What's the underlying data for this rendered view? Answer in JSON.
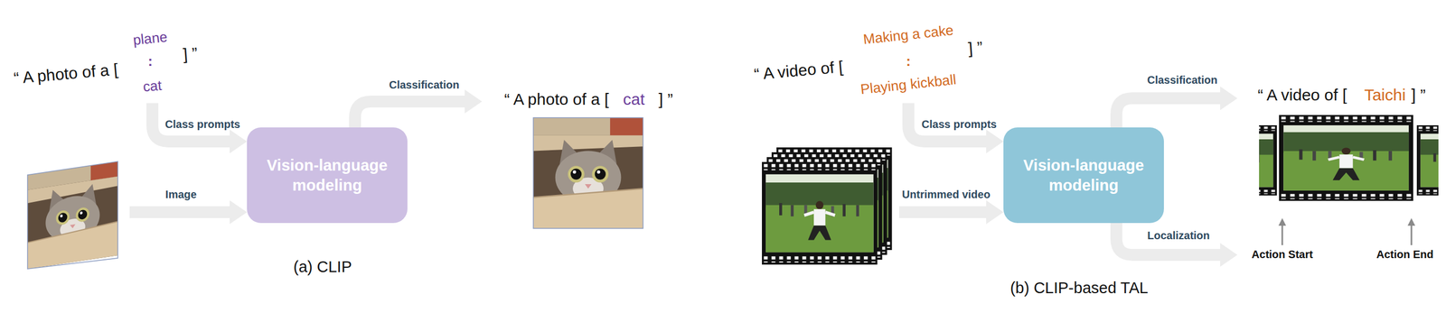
{
  "diagram": {
    "nodes": [
      {
        "text": [
          "Vision-language modeling"
        ]
      },
      {
        "text": [
          "Vision-language modeling"
        ]
      }
    ],
    "labels": [
      "“ A photo of a [",
      "plane",
      ":",
      "cat",
      "] ”",
      "Class prompts",
      "Image",
      "Classification",
      "“ A photo of a [",
      "cat",
      "] ”",
      "(a) CLIP",
      "“ A video of [",
      "Making a cake",
      ":",
      "Playing kickball",
      "] ”",
      "Class prompts",
      "Untrimmed video",
      "Classification",
      "“ A video of [",
      "Taichi",
      "] ”",
      "Localization",
      "Action Start",
      "Action End",
      "(b) CLIP-based TAL"
    ]
  }
}
